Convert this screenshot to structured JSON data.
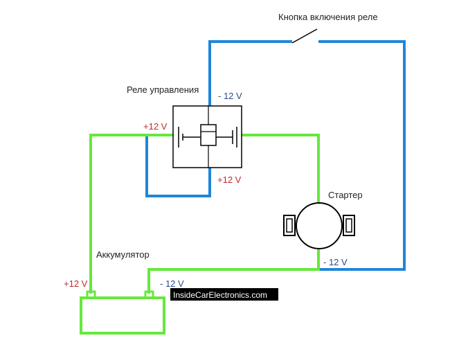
{
  "labels": {
    "switch": "Кнопка включения реле",
    "relay": "Реле управления",
    "starter": "Стартер",
    "battery": "Аккумулятор"
  },
  "polarity": {
    "relay_top_minus": "- 12 V",
    "relay_left_plus": "+12 V",
    "relay_bottom_plus": "+12 V",
    "starter_minus": "- 12 V",
    "battery_plus": "+12 V",
    "battery_minus": "- 12 V"
  },
  "watermark": "InsideCarElectronics.com",
  "colors": {
    "positive_wire": "#66e83c",
    "negative_wire": "#1f86d9",
    "symbol": "#000000",
    "plus_text": "#c0282a",
    "minus_text": "#2b4a8c"
  }
}
